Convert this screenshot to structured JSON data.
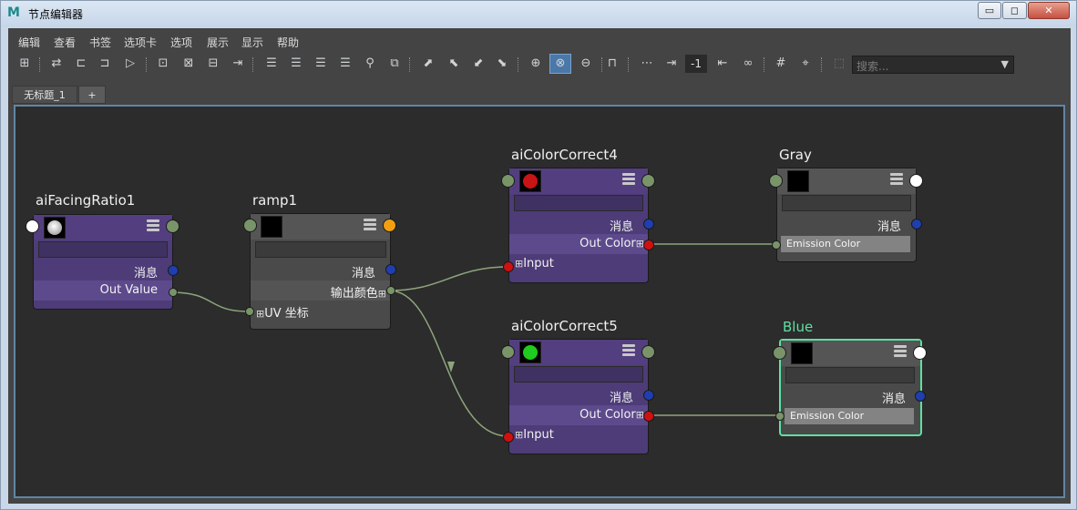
{
  "window": {
    "title": "节点编辑器",
    "app_icon": "M"
  },
  "menu": [
    "编辑",
    "查看",
    "书签",
    "选项卡",
    "选项",
    "展示",
    "显示",
    "帮助"
  ],
  "toolbar": {
    "depth_value": "-1",
    "search_placeholder": "搜索..."
  },
  "tabs": [
    {
      "label": "无标题_1"
    },
    {
      "label": "+"
    }
  ],
  "nodes": {
    "facing": {
      "title": "aiFacingRatio1",
      "msg": "消息",
      "out": "Out Value"
    },
    "ramp": {
      "title": "ramp1",
      "msg": "消息",
      "out": "输出颜色",
      "in": "UV 坐标"
    },
    "cc4": {
      "title": "aiColorCorrect4",
      "msg": "消息",
      "out": "Out Color",
      "in": "Input",
      "swatch_color": "#c81414"
    },
    "cc5": {
      "title": "aiColorCorrect5",
      "msg": "消息",
      "out": "Out Color",
      "in": "Input",
      "swatch_color": "#1ecb1e"
    },
    "gray": {
      "title": "Gray",
      "msg": "消息",
      "field": "Emission Color"
    },
    "blue": {
      "title": "Blue",
      "msg": "消息",
      "field": "Emission Color"
    }
  }
}
